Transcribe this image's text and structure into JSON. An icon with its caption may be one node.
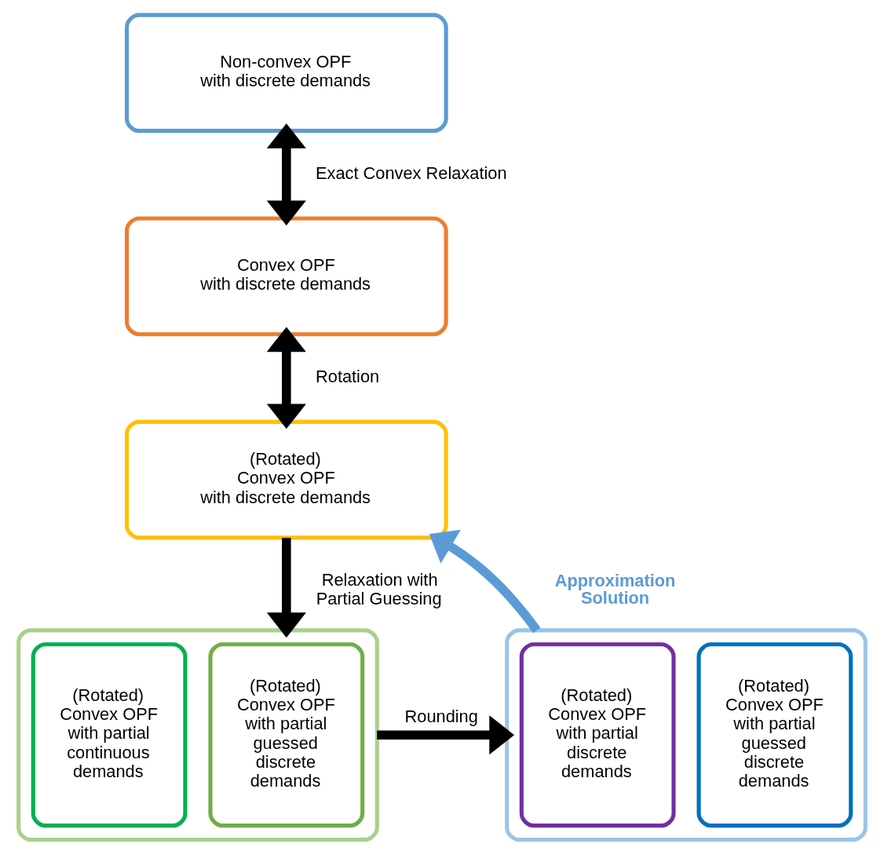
{
  "diagram": {
    "nodes": [
      {
        "text": [
          "Non-convex OPF with discrete demands"
        ]
      },
      {
        "text": [
          "Convex OPF with discrete demands"
        ]
      },
      {
        "text": [
          "(Rotated) Convex OPF with discrete demands"
        ]
      },
      {
        "text": [],
        "shape": "box"
      },
      {
        "text": [
          "(Rotated) Convex OPF with partial continuous demands"
        ],
        "in": 3
      },
      {
        "text": [
          "(Rotated) Convex OPF with partial guessed discrete demands"
        ],
        "in": 3
      },
      {
        "text": [],
        "shape": "box"
      },
      {
        "text": [
          "(Rotated) Convex OPF with partial discrete demands"
        ],
        "in": 6
      },
      {
        "text": [
          "(Rotated) Convex OPF with partial guessed discrete demands"
        ],
        "in": 6
      }
    ],
    "edges": [
      {
        "from": 0,
        "to": 1,
        "arrow": "both",
        "label": "Exact Convex Relaxation"
      },
      {
        "from": 1,
        "to": 2,
        "arrow": "both",
        "label": "Rotation"
      },
      {
        "from": 2,
        "to": 3,
        "arrow": "to",
        "label": "Relaxation with Partial Guessing"
      },
      {
        "from": 3,
        "to": 6,
        "arrow": "to",
        "label": "Rounding"
      },
      {
        "from": 6,
        "to": 2,
        "arrow": "to",
        "label": "Approximation Solution",
        "color": "#5b9bd5"
      }
    ]
  }
}
